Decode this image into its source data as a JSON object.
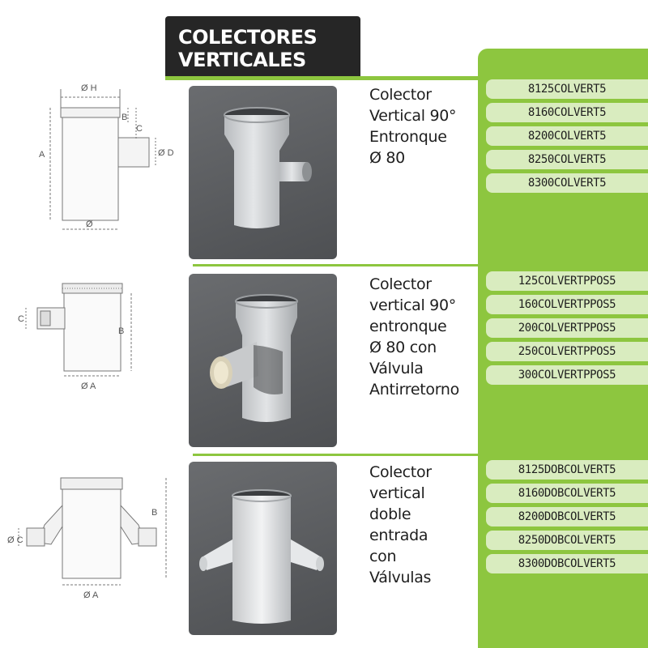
{
  "header": {
    "title_line1": "COLECTORES",
    "title_line2": "VERTICALES"
  },
  "colors": {
    "accent_green": "#8dc63f",
    "code_pill": "#d9ecbf",
    "title_bg": "#262626",
    "photo_bg": "#5f6164"
  },
  "products": [
    {
      "name_lines": [
        "Colector",
        "Vertical 90°",
        "Entronque",
        "Ø 80"
      ],
      "codes": [
        "8125COLVERT5",
        "8160COLVERT5",
        "8200COLVERT5",
        "8250COLVERT5",
        "8300COLVERT5"
      ],
      "dims": {
        "h": "Ø H",
        "a": "A",
        "b": "B",
        "c": "C",
        "d": "Ø D",
        "diam": "Ø"
      }
    },
    {
      "name_lines": [
        "Colector",
        "vertical 90°",
        "entronque",
        "Ø 80 con",
        "Válvula",
        "Antirretorno"
      ],
      "codes": [
        "125COLVERTPPOS5",
        "160COLVERTPPOS5",
        "200COLVERTPPOS5",
        "250COLVERTPPOS5",
        "300COLVERTPPOS5"
      ],
      "dims": {
        "c": "C",
        "b": "B",
        "a": "Ø A"
      }
    },
    {
      "name_lines": [
        "Colector",
        "vertical",
        "doble",
        "entrada",
        "con",
        "Válvulas"
      ],
      "codes": [
        "8125DOBCOLVERT5",
        "8160DOBCOLVERT5",
        "8200DOBCOLVERT5",
        "8250DOBCOLVERT5",
        "8300DOBCOLVERT5"
      ],
      "dims": {
        "c": "Ø C",
        "b": "B",
        "a": "Ø A"
      }
    }
  ]
}
